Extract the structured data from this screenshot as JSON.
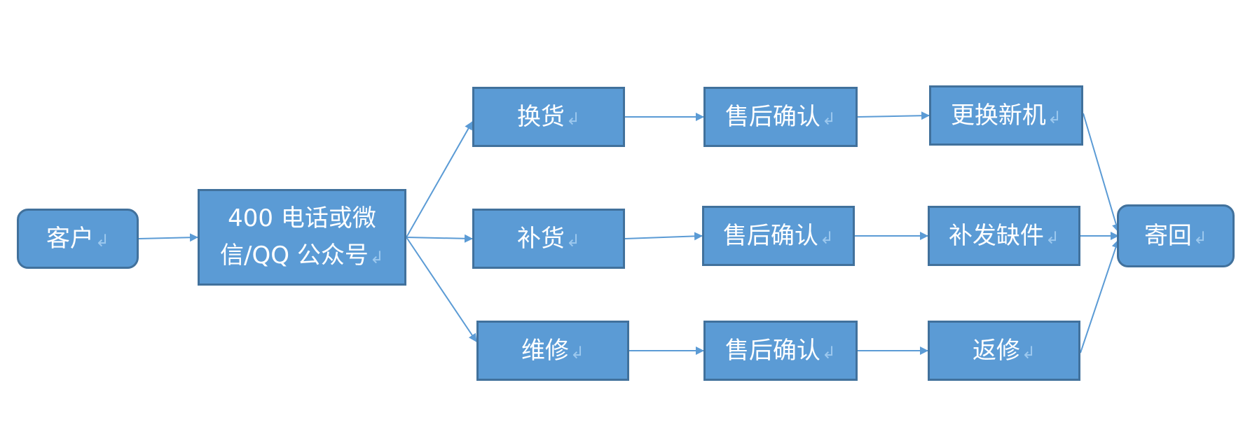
{
  "colors": {
    "fill": "#5b9bd5",
    "border": "#41719c",
    "text": "#ffffff",
    "arrow": "#5b9bd5",
    "return_mark": "#9cc8ee"
  },
  "return_mark": "↲",
  "nodes": {
    "customer": {
      "label": "客户"
    },
    "contact": {
      "line1": "400 电话或微",
      "line2": "信/QQ 公众号"
    },
    "exchange": {
      "label": "换货"
    },
    "exchange_confirm": {
      "label": "售后确认"
    },
    "replace_new": {
      "label": "更换新机"
    },
    "resupply": {
      "label": "补货"
    },
    "resupply_confirm": {
      "label": "售后确认"
    },
    "send_missing": {
      "label": "补发缺件"
    },
    "repair": {
      "label": "维修"
    },
    "repair_confirm": {
      "label": "售后确认"
    },
    "return_repair": {
      "label": "返修"
    },
    "send_back": {
      "label": "寄回"
    }
  },
  "edges": [
    [
      "customer",
      "contact"
    ],
    [
      "contact",
      "exchange"
    ],
    [
      "contact",
      "resupply"
    ],
    [
      "contact",
      "repair"
    ],
    [
      "exchange",
      "exchange_confirm"
    ],
    [
      "exchange_confirm",
      "replace_new"
    ],
    [
      "replace_new",
      "send_back"
    ],
    [
      "resupply",
      "resupply_confirm"
    ],
    [
      "resupply_confirm",
      "send_missing"
    ],
    [
      "send_missing",
      "send_back"
    ],
    [
      "repair",
      "repair_confirm"
    ],
    [
      "repair_confirm",
      "return_repair"
    ],
    [
      "return_repair",
      "send_back"
    ]
  ]
}
